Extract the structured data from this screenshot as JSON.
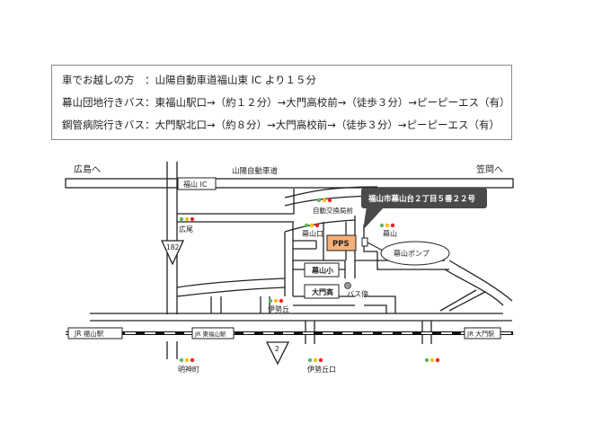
{
  "directions": {
    "car": "車でお越しの方　：山陽自動車道福山東 IC より１５分",
    "bus_danchi": "幕山団地行きバス：東福山駅口→（約１２分）→大門高校前→（徒歩３分）→ピーピーエス（有）",
    "bus_kokan": "鋼管病院行きバス：大門駅北口→（約８分）→大門高校前→（徒歩３分）→ピーピーエス（有）"
  },
  "map": {
    "address": "福山市幕山台２丁目５番２２号",
    "direction_hiroshima": "広島へ",
    "direction_kasaoka": "笠岡へ",
    "expressway": "山陽自動車道",
    "fukuyama_ic": "福山 IC",
    "route_182": "182",
    "route_2": "2",
    "station_fukuyama": "JR 福山駅",
    "station_higashifukuyama": "JR 東福山駅",
    "station_daimon": "JR 大門駅",
    "sig_hirose": "広尾",
    "sig_jidokokan": "自動交換局前",
    "sig_makuyamaguchi": "幕山口",
    "sig_makuyama": "幕山",
    "sig_isegaoka": "伊勢丘",
    "sig_myojincho": "明神町",
    "sig_isegaokaguchi": "伊勢丘口",
    "pps": "PPS",
    "gas_station": "幕山ポンプ",
    "school_makuyama": "幕山小",
    "school_daimon": "大門高",
    "bus_stop": "バス停"
  },
  "colors": {
    "pps_fill": "#f5b07a",
    "callout_fill": "#4a4a4a",
    "signal_red": "#e8262b",
    "signal_yellow": "#f4c20d",
    "signal_green": "#5cb85c"
  }
}
